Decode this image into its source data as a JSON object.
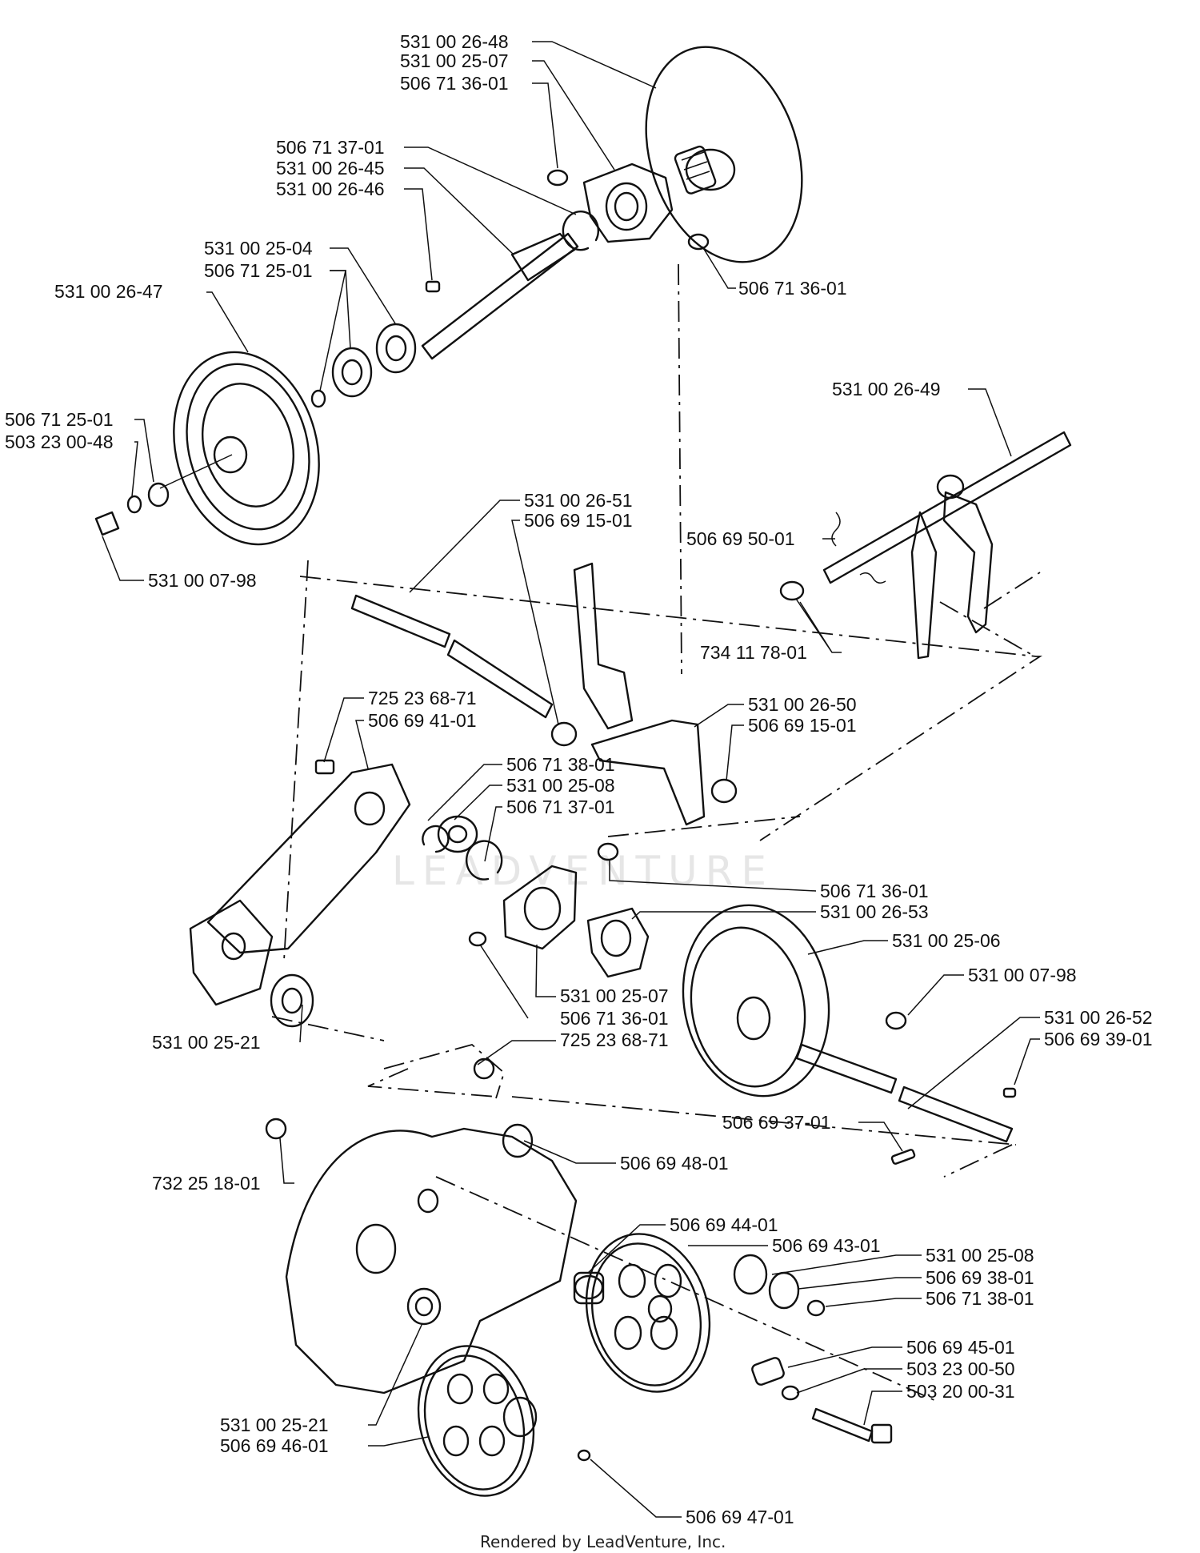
{
  "footer": "Rendered by LeadVenture, Inc.",
  "watermark": "LEADVENTURE",
  "labels": [
    "531 00 26-48",
    "531 00 25-07",
    "506 71 36-01",
    "506 71 37-01",
    "531 00 26-45",
    "531 00 26-46",
    "531 00 25-04",
    "506 71 25-01",
    "531 00 26-47",
    "506 71 36-01",
    "506 71 25-01",
    "503 23 00-48",
    "531 00 07-98",
    "531 00 26-49",
    "506 69 50-01",
    "734 11 78-01",
    "531 00 26-51",
    "506 69 15-01",
    "725 23 68-71",
    "506 69 41-01",
    "531 00 26-50",
    "506 69 15-01",
    "506 71 38-01",
    "531 00 25-08",
    "506 71 37-01",
    "506 71 36-01",
    "531 00 26-53",
    "531 00 25-06",
    "531 00 07-98",
    "531 00 25-07",
    "506 71 36-01",
    "725 23 68-71",
    "531 00 25-21",
    "531 00 26-52",
    "506 69 39-01",
    "506 69 37-01",
    "732 25 18-01",
    "506 69 48-01",
    "506 69 44-01",
    "506 69 43-01",
    "531 00 25-08",
    "506 69 38-01",
    "506 71 38-01",
    "506 69 45-01",
    "503 23 00-50",
    "503 20 00-31",
    "531 00 25-21",
    "506 69 46-01",
    "506 69 47-01"
  ]
}
